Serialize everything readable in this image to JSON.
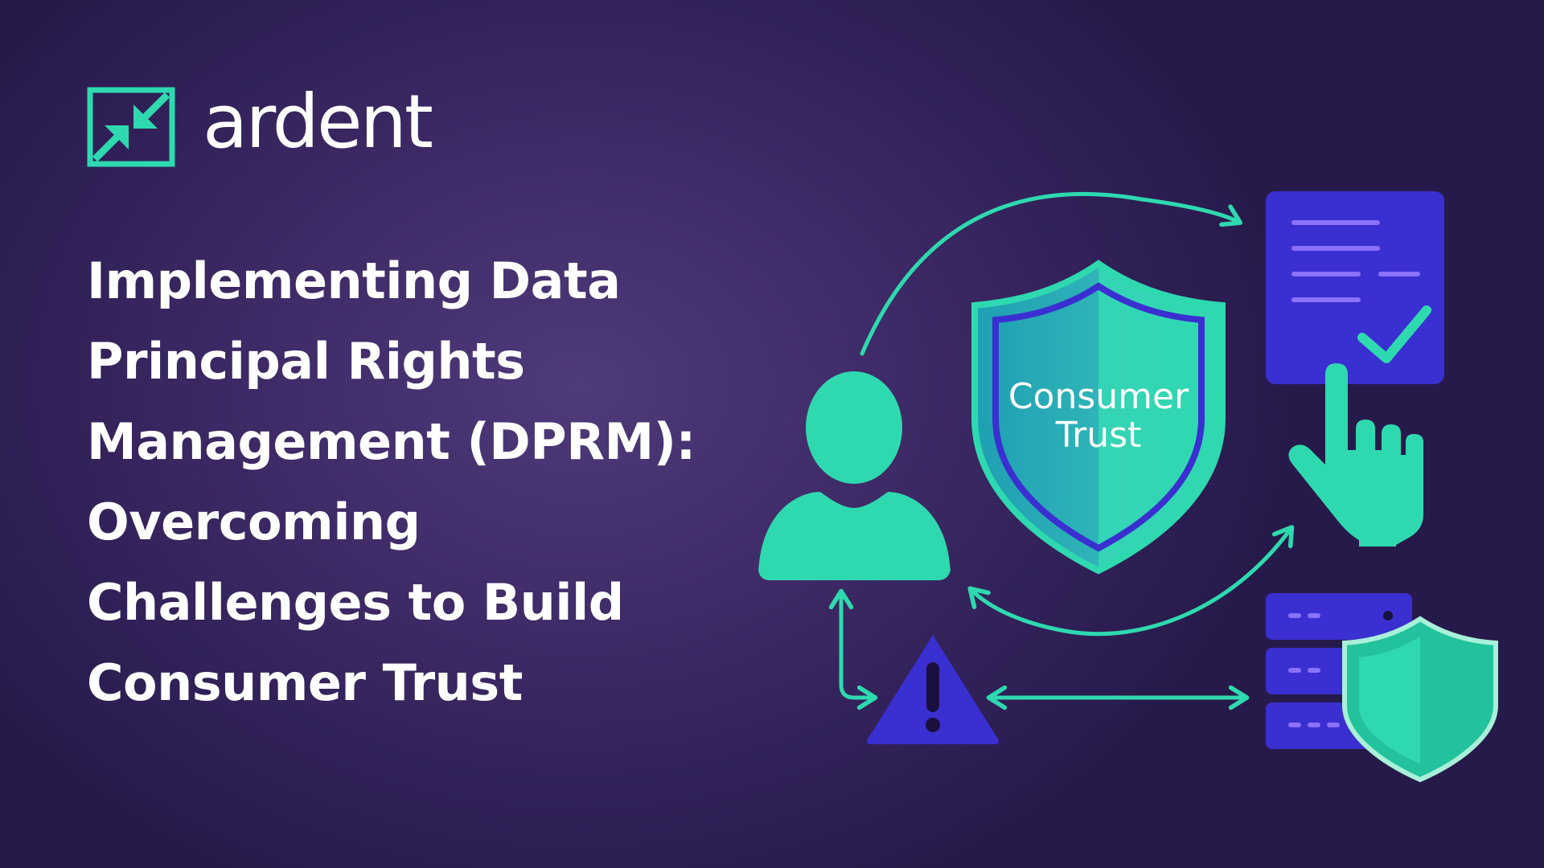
{
  "brand": {
    "name": "ardent",
    "accent_color": "#2fd9b0"
  },
  "headline": {
    "lines": [
      "Implementing Data",
      "Principal Rights",
      "Management (DPRM):",
      "Overcoming",
      "Challenges to Build",
      "Consumer Trust"
    ]
  },
  "illustration": {
    "shield_label_line1": "Consumer",
    "shield_label_line2": "Trust",
    "colors": {
      "teal": "#2fd9b0",
      "indigo": "#3a2fd0",
      "background": "#3e2a66"
    },
    "icons": [
      "user-icon",
      "document-check-icon",
      "pointing-hand-icon",
      "warning-icon",
      "server-icon",
      "shield-icon"
    ]
  }
}
